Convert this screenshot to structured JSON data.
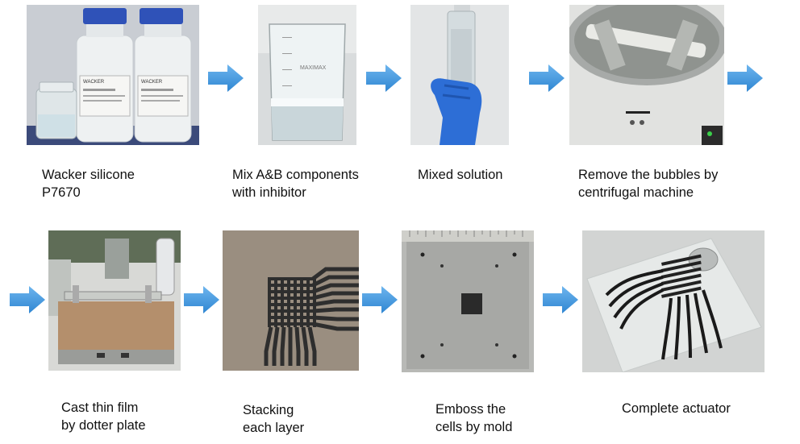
{
  "steps": [
    {
      "line1": "Wacker silicone",
      "line2": "P7670",
      "bottle_label": "WACKER"
    },
    {
      "line1": "Mix A&B components",
      "line2": "with inhibitor",
      "beaker_label": "MAXIMAX"
    },
    {
      "line1": "Mixed solution",
      "line2": ""
    },
    {
      "line1": "Remove the bubbles by",
      "line2": "centrifugal machine"
    },
    {
      "line1": "Cast thin film",
      "line2": "by dotter plate"
    },
    {
      "line1": "Stacking",
      "line2": "each layer"
    },
    {
      "line1": "Emboss the",
      "line2": "cells by mold"
    },
    {
      "line1": "Complete actuator",
      "line2": ""
    }
  ],
  "arrow_color": "#4a9ee0"
}
